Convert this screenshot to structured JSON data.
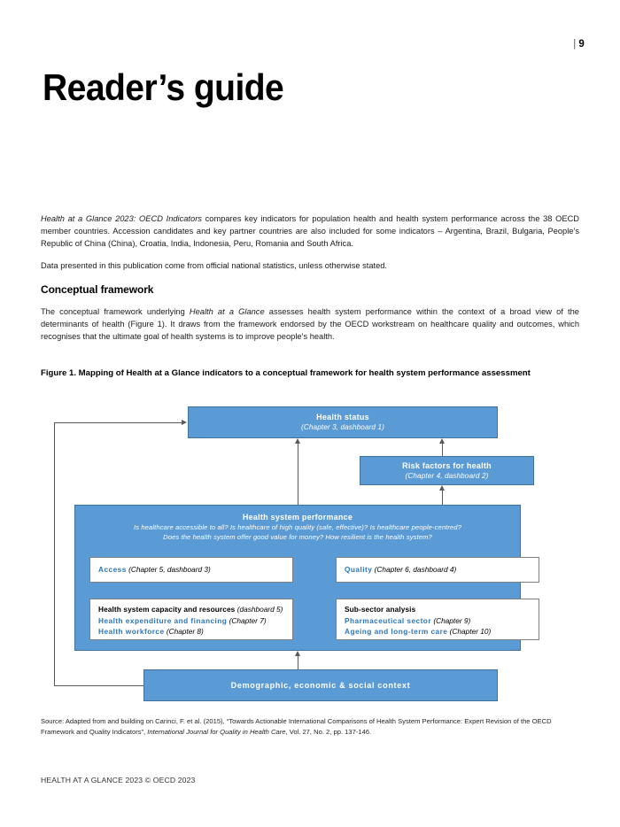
{
  "header": {
    "page_bar": "|",
    "page_number": "9",
    "title": "Reader’s guide"
  },
  "intro": {
    "para1_italic": "Health at a Glance 2023: OECD Indicators",
    "para1_rest": " compares key indicators for population health and health system performance across the 38 OECD member countries. Accession candidates and key partner countries are also included for some indicators – Argentina, Brazil, Bulgaria, People’s Republic of China (China), Croatia, India, Indonesia, Peru, Romania and South Africa.",
    "para2": "Data presented in this publication come from official national statistics, unless otherwise stated."
  },
  "conceptual": {
    "heading": "Conceptual framework",
    "para_part1": "The conceptual framework underlying ",
    "para_italic": "Health at a Glance",
    "para_part2": " assesses health system performance within the context of a broad view of the determinants of health (Figure 1). It draws from the framework endorsed by the OECD workstream on healthcare quality and outcomes, which recognises that the ultimate goal of health systems is to improve people’s health."
  },
  "figure": {
    "caption": "Figure 1. Mapping of Health at a Glance indicators to a conceptual framework for health system performance assessment",
    "colors": {
      "box_fill": "#5b9bd5",
      "box_border": "#41719c",
      "inner_border": "#7f7f7f",
      "blue_text": "#2e75b6",
      "connector": "#595959"
    },
    "health_status": {
      "title": "Health status",
      "subtitle": "(Chapter 3, dashboard 1)"
    },
    "risk_factors": {
      "title": "Risk factors for health",
      "subtitle": "(Chapter 4, dashboard 2)"
    },
    "health_system_performance": {
      "title": "Health system performance",
      "question1": "Is healthcare accessible to all? Is healthcare of high quality (safe, effective)? Is healthcare people-centred?",
      "question2": "Does the health system offer good value for money? How resilient is the health system?"
    },
    "access": {
      "label": "Access",
      "reference": "(Chapter 5, dashboard 3)"
    },
    "quality": {
      "label": "Quality",
      "reference": "(Chapter 6, dashboard 4)"
    },
    "capacity": {
      "heading": "Health system capacity and resources",
      "heading_ref": "(dashboard 5)",
      "item1": "Health expenditure and financing",
      "item1_ref": "(Chapter 7)",
      "item2": "Health workforce",
      "item2_ref": "(Chapter 8)"
    },
    "subsector": {
      "heading": "Sub-sector analysis",
      "item1": "Pharmaceutical sector",
      "item1_ref": "(Chapter 9)",
      "item2": "Ageing and long-term care",
      "item2_ref": "(Chapter 10)"
    },
    "context": {
      "title": "Demographic, economic & social context"
    }
  },
  "source": {
    "part1": "Source: Adapted from and building on Carinci, F. et al. (2015), “Towards Actionable International Comparisons of Health System Performance: Expert Revision of the OECD Framework and Quality Indicators”, ",
    "italic": "International Journal for Quality in Health Care",
    "part2": ", Vol. 27, No. 2, pp. 137-146."
  },
  "footer": {
    "text": "HEALTH AT A GLANCE 2023 © OECD 2023"
  }
}
